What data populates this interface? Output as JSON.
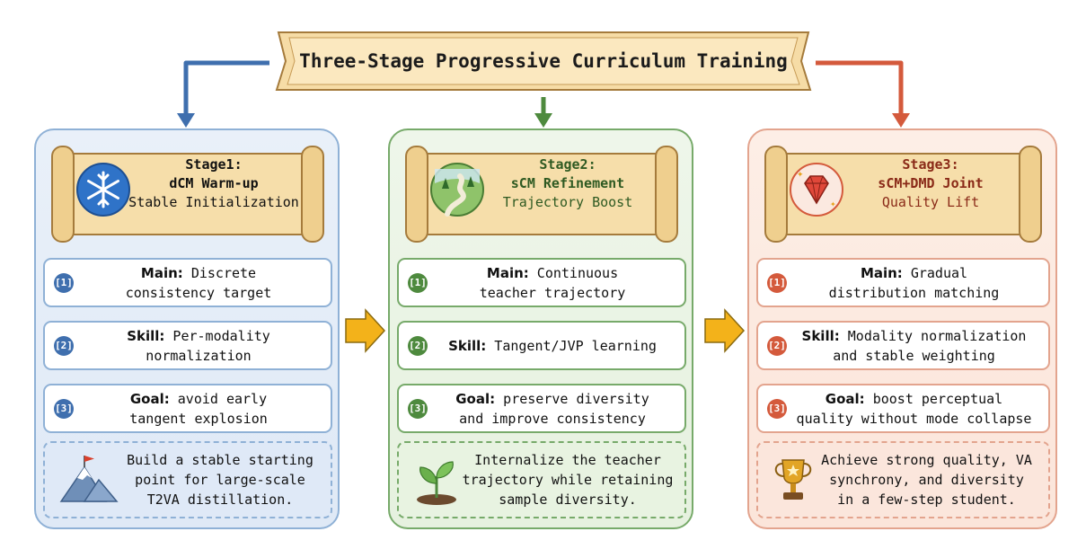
{
  "title": "Three-Stage Progressive Curriculum Training",
  "colors": {
    "stage1": "#3f6fae",
    "stage2": "#4e8a3e",
    "stage3": "#d45a3c",
    "arrow": "#f3b21a"
  },
  "stages": [
    {
      "label": "Stage1:",
      "name": "dCM Warm-up",
      "subtitle": "Stable Initialization",
      "icon": "snowflake-icon",
      "items": [
        {
          "badge": "[1]",
          "key": "Main:",
          "line1": "Discrete",
          "line2": "consistency target"
        },
        {
          "badge": "[2]",
          "key": "Skill:",
          "line1": "Per-modality",
          "line2": "normalization"
        },
        {
          "badge": "[3]",
          "key": "Goal:",
          "line1": "avoid early",
          "line2": "tangent explosion"
        }
      ],
      "summary_icon": "mountain-flag-icon",
      "summary": [
        "Build a stable starting",
        "point for large-scale",
        "T2VA distillation."
      ]
    },
    {
      "label": "Stage2:",
      "name": "sCM Refinement",
      "subtitle": "Trajectory Boost",
      "icon": "winding-path-icon",
      "items": [
        {
          "badge": "[1]",
          "key": "Main:",
          "line1": "Continuous",
          "line2": "teacher trajectory"
        },
        {
          "badge": "[2]",
          "key": "Skill:",
          "line1": "Tangent/JVP learning",
          "line2": ""
        },
        {
          "badge": "[3]",
          "key": "Goal:",
          "line1": "preserve diversity",
          "line2": "and improve consistency"
        }
      ],
      "summary_icon": "sprout-icon",
      "summary": [
        "Internalize the teacher",
        "trajectory while retaining",
        "sample diversity."
      ]
    },
    {
      "label": "Stage3:",
      "name": "sCM+DMD Joint",
      "subtitle": "Quality Lift",
      "icon": "gem-icon",
      "items": [
        {
          "badge": "[1]",
          "key": "Main:",
          "line1": "Gradual",
          "line2": "distribution matching"
        },
        {
          "badge": "[2]",
          "key": "Skill:",
          "line1": "Modality normalization",
          "line2": "and stable weighting"
        },
        {
          "badge": "[3]",
          "key": "Goal:",
          "line1": "boost perceptual",
          "line2": "quality without mode collapse"
        }
      ],
      "summary_icon": "trophy-icon",
      "summary": [
        "Achieve strong quality, VA",
        "synchrony, and diversity",
        "in a few-step student."
      ]
    }
  ]
}
